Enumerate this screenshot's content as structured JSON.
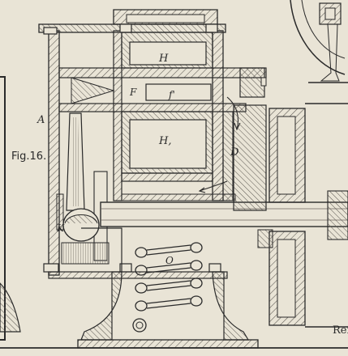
{
  "figure_label": "Fig.16.",
  "part_labels": {
    "A": "A",
    "D": "D",
    "F": "F",
    "f": "f'",
    "H_top": "H",
    "H_mid": "H,",
    "K": "K",
    "O": "O"
  },
  "edge_text": "Rei",
  "colors": {
    "paper": "#e9e4d6",
    "ink": "#2a2a2a",
    "shading": "#5a5650"
  }
}
